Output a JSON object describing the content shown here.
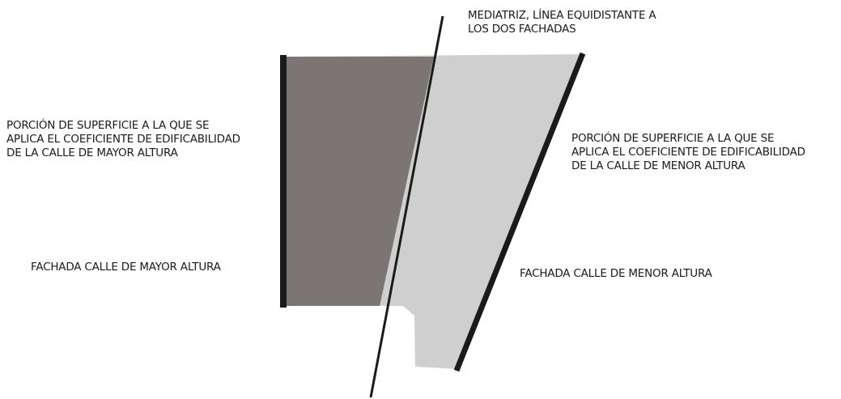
{
  "labels": {
    "mediatrix": {
      "lines": [
        "MEDIATRIZ, LÍNEA EQUIDISTANTE A",
        "LOS DOS FACHADAS"
      ]
    },
    "left_portion": {
      "lines": [
        "PORCIÓN DE SUPERFICIE A LA QUE SE",
        "APLICA EL COEFICIENTE DE EDIFICABILIDAD",
        "DE LA CALLE DE MAYOR ALTURA"
      ]
    },
    "right_portion": {
      "lines": [
        "PORCIÓN DE SUPERFICIE A LA QUE SE",
        "APLICA EL COEFICIENTE DE EDIFICABILIDAD",
        "DE LA CALLE DE MENOR ALTURA"
      ]
    },
    "left_facade": {
      "lines": [
        "FACHADA CALLE DE MAYOR ALTURA"
      ]
    },
    "right_facade": {
      "lines": [
        "FACHADA CALLE DE MENOR ALTURA"
      ]
    }
  },
  "colors": {
    "higher_street_portion": "#7b7573",
    "lower_street_portion": "#cfcfcf",
    "lines": "#1a1a1a",
    "text": "#1a1a1a"
  }
}
